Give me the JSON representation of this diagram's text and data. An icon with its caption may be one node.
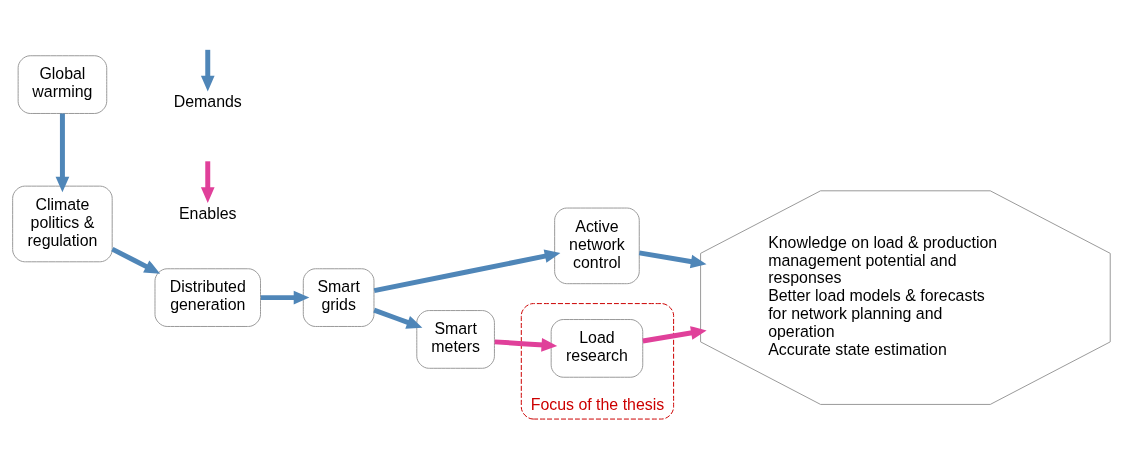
{
  "diagram": {
    "nodes": [
      {
        "text": [
          "Global warming"
        ]
      },
      {
        "text": [
          "Climate politics & regulation"
        ]
      },
      {
        "text": [
          "Distributed generation"
        ]
      },
      {
        "text": [
          "Smart grids"
        ]
      },
      {
        "text": [
          "Active network control"
        ]
      },
      {
        "text": [
          "Smart meters"
        ]
      },
      {
        "text": [
          "Focus of the thesis"
        ]
      },
      {
        "text": [
          "Load research"
        ],
        "in": 6
      },
      {
        "text": [
          "Knowledge on load & production management potential and responses",
          "Better load models & forecasts for network planning and operation",
          "Accurate state estimation"
        ]
      }
    ],
    "edges": [
      {
        "from": 0,
        "to": 1,
        "arrow": "to"
      },
      {
        "from": 1,
        "to": 2,
        "arrow": "to"
      },
      {
        "from": 2,
        "to": 3,
        "arrow": "to"
      },
      {
        "from": 3,
        "to": 4,
        "arrow": "to"
      },
      {
        "from": 3,
        "to": 5,
        "arrow": "to"
      },
      {
        "from": 4,
        "to": 8,
        "arrow": "to"
      },
      {
        "from": 5,
        "to": 7,
        "arrow": "to",
        "color": "#e0409a"
      },
      {
        "from": 7,
        "to": 8,
        "arrow": "to",
        "color": "#e0409a"
      }
    ],
    "legend": [
      {
        "text": "Demands"
      },
      {
        "text": "Enables"
      }
    ]
  }
}
